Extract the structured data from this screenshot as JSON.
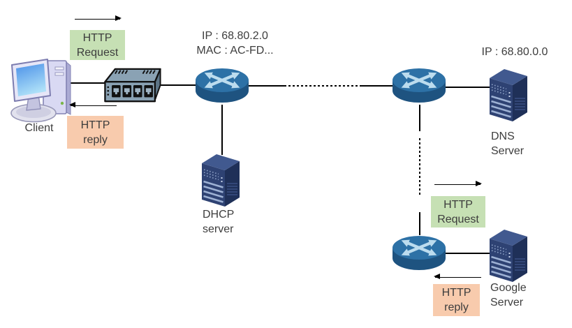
{
  "nodes": {
    "client": {
      "label": "Client"
    },
    "router1": {
      "ip": "IP : 68.80.2.0",
      "mac": "MAC : AC-FD..."
    },
    "dhcp": {
      "label_line1": "DHCP",
      "label_line2": "server"
    },
    "dns": {
      "ip": "IP : 68.80.0.0",
      "label_line1": "DNS",
      "label_line2": "Server"
    },
    "google": {
      "label_line1": "Google",
      "label_line2": "Server"
    }
  },
  "messages": {
    "client_request": {
      "line1": "HTTP",
      "line2": "Request"
    },
    "client_reply": {
      "line1": "HTTP",
      "line2": "reply"
    },
    "google_request": {
      "line1": "HTTP",
      "line2": "Request"
    },
    "google_reply": {
      "line1": "HTTP",
      "line2": "reply"
    }
  },
  "colors": {
    "request_bg": "#c6e0b4",
    "reply_bg": "#f8cbad",
    "router_top": "#2d71a6",
    "router_body": "#1e5380",
    "server_front": "#2e4273",
    "server_side": "#1f3058",
    "server_top": "#41598f",
    "switch_body": "#8aa2b4",
    "text": "#3d3d3d"
  }
}
